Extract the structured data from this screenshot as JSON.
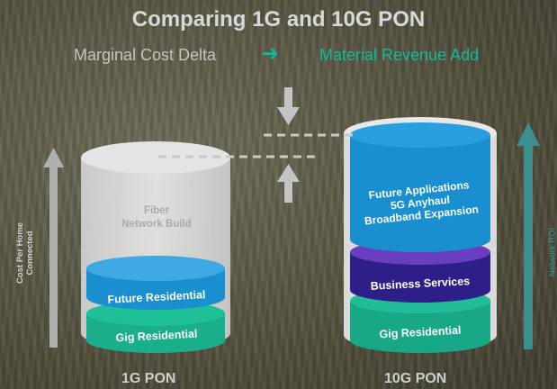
{
  "title": "Comparing 1G and 10G PON",
  "subtitle": {
    "left": "Marginal Cost Delta",
    "right": "Material Revenue Add"
  },
  "left_axis_label": [
    "Cost Per Home",
    "Connected"
  ],
  "right_axis_label": "Network ROI",
  "cylinder_1g": {
    "label": "1G PON",
    "layers": [
      "Fiber",
      "Network Build",
      "Future Residential",
      "Gig Residential"
    ]
  },
  "cylinder_10g": {
    "label": "10G PON",
    "layers": [
      "Future Applications",
      "5G Anyhaul",
      "Broadband Expansion",
      "Business Services",
      "Gig Residential"
    ]
  },
  "colors": {
    "title": "#d8d8d8",
    "accent": "#12b8a0",
    "blue": "#1a92d4",
    "purple": "#3d2595",
    "teal": "#1aae8a",
    "ghost_cylinder": "#d7d7d7"
  }
}
